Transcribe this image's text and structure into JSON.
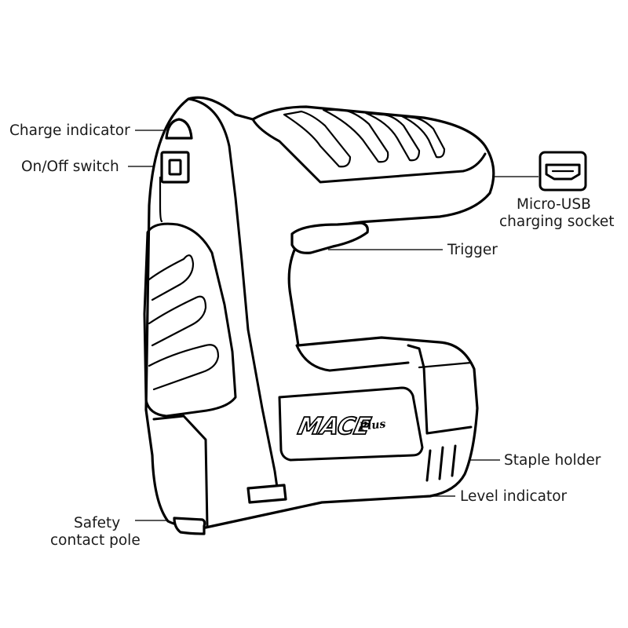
{
  "labels": {
    "charge_indicator": "Charge indicator",
    "on_off_switch": "On/Off switch",
    "micro_usb_line1": "Micro-USB",
    "micro_usb_line2": "charging socket",
    "trigger": "Trigger",
    "staple_holder": "Staple holder",
    "level_indicator": "Level indicator",
    "safety_line1": "Safety",
    "safety_line2": "contact pole"
  },
  "logo": {
    "brand": "MACE",
    "sub": "Plus"
  },
  "icons": {
    "usb": "micro-usb-port-icon"
  },
  "colors": {
    "ink": "#000000",
    "paper": "#ffffff"
  }
}
